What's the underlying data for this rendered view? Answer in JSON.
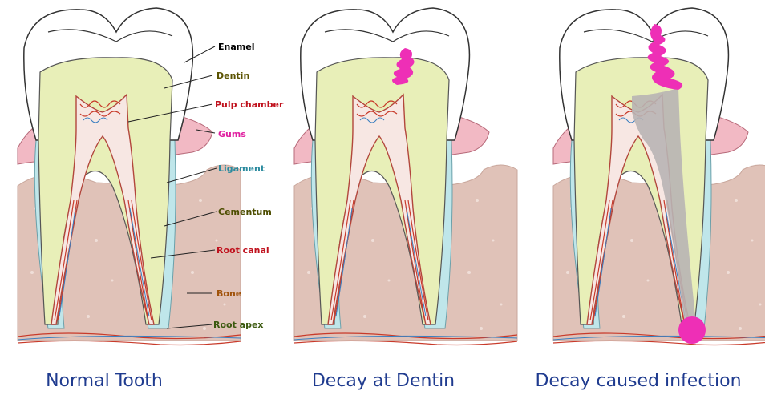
{
  "captions": {
    "normal": "Normal Tooth",
    "dentin": "Decay at Dentin",
    "infection": "Decay caused infection"
  },
  "labels": {
    "enamel": "Enamel",
    "dentin": "Dentin",
    "pulp_chamber": "Pulp chamber",
    "gums": "Gums",
    "ligament": "Ligament",
    "cementum": "Cementum",
    "root_canal": "Root canal",
    "bone": "Bone",
    "root_apex": "Root apex"
  },
  "colors": {
    "enamel": "#ffffff",
    "dentin": "#e8efb8",
    "bone": "#e0c2b8",
    "gums": "#f2b9c4",
    "ligament": "#bfe6ea",
    "decay": "#ee2fb6",
    "infection_gray": "#b8b4b4",
    "caption": "#1f3b8f",
    "label_enamel": "#000000",
    "label_dentin": "#5a5200",
    "label_pulp": "#c0121e",
    "label_gums": "#e01fa0",
    "label_ligament": "#2a8a9e",
    "label_cementum": "#4d4d00",
    "label_root_canal": "#c0121e",
    "label_bone": "#a0520a",
    "label_root_apex": "#3c5a10"
  }
}
